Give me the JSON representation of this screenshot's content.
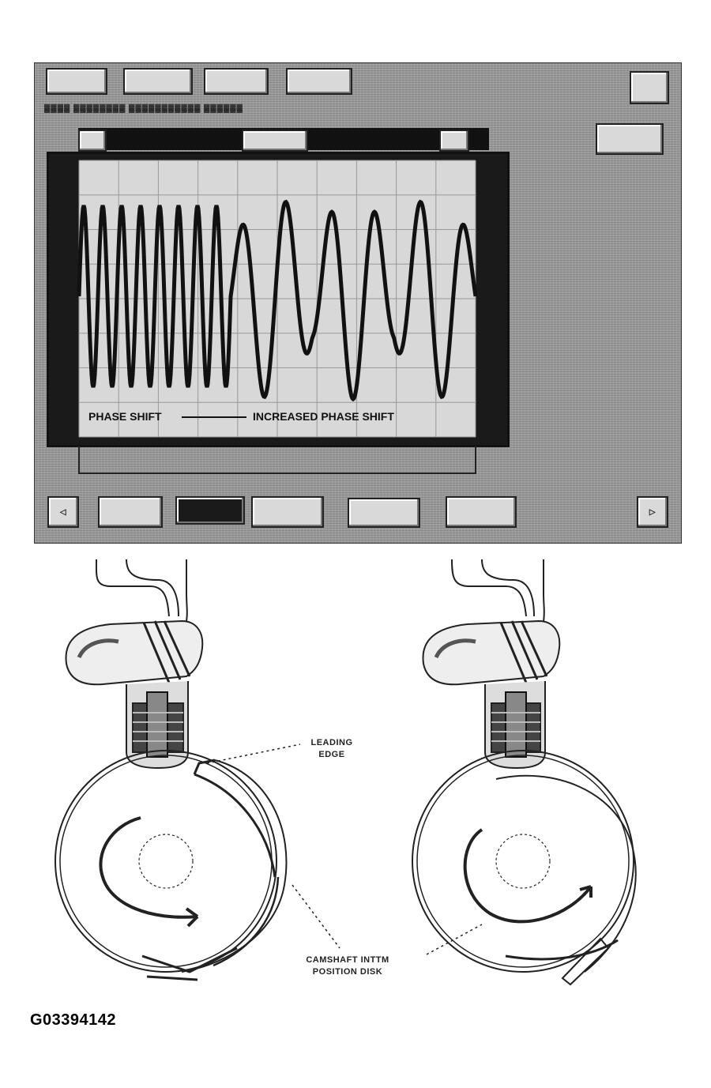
{
  "scope": {
    "annotation_phase_shift": "PHASE SHIFT",
    "annotation_increased": "INCREASED PHASE SHIFT"
  },
  "diagram": {
    "leading_edge_label_line1": "LEADING",
    "leading_edge_label_line2": "EDGE",
    "disk_label_line1": "CAMSHAFT INTTM",
    "disk_label_line2": "POSITION DISK"
  },
  "figure_id": "G03394142"
}
